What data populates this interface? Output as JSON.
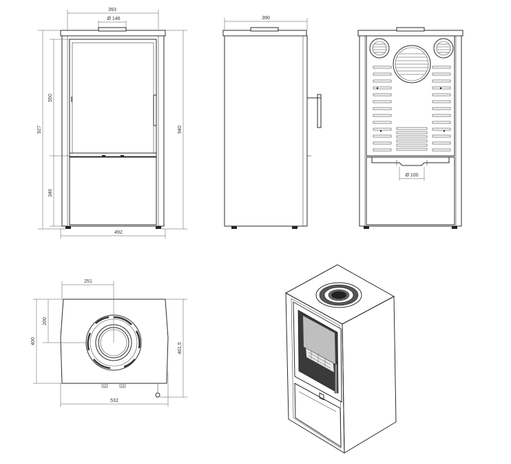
{
  "dimensions": {
    "front_width_top": "393",
    "front_flue_diameter": "Ø 146",
    "front_total_height": "927",
    "front_total_height_right": "940",
    "front_door_height": "550",
    "front_base_height": "346",
    "front_width_bottom": "492",
    "side_depth": "390",
    "back_flue_diameter": "Ø 100",
    "top_offset_x": "251",
    "top_offset_y": "200",
    "top_depth": "400",
    "top_depth_right": "461,5",
    "top_width": "532"
  },
  "colors": {
    "line": "#2a2a2a",
    "body_fill": "#ffffff",
    "iso_side": "#d6d6d6",
    "glass": "#3a3a3a"
  }
}
